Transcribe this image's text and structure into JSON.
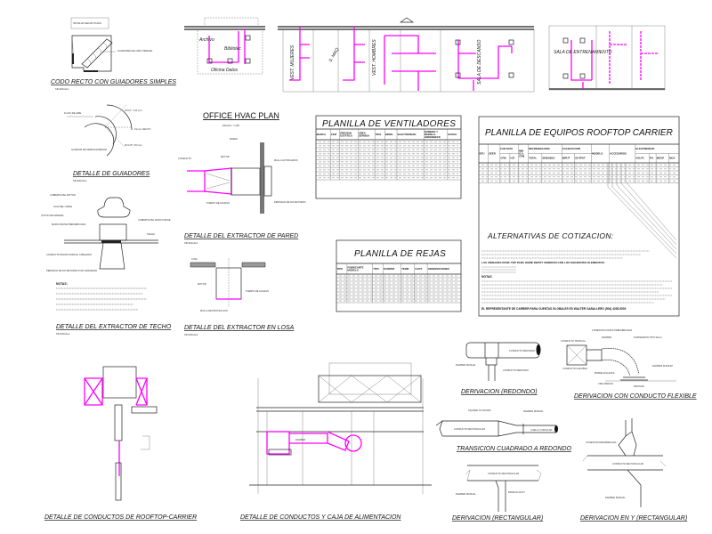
{
  "colors": {
    "duct": "#ff00ff",
    "line": "#222222",
    "background": "#ffffff"
  },
  "details": {
    "codo_recto": {
      "title": "CODO RECTO CON GUIADORES SIMPLES",
      "scale": "SIN ESCALA",
      "note": "GUIADORES DE GIRO SIMPLES",
      "box_note": "INSTALAR SEGUN PLANO"
    },
    "guiadores": {
      "title": "DETALLE DE GUIADORES",
      "scale": "SIN ESCALA",
      "label_flow": "FLUJO DE AIRE",
      "label_guide": "GUIADOR DE SIMPLE ESPESOR",
      "label_r1": "R=6.0\" / 114 mm.",
      "label_r2": "R=3.25\" / 83 mm.",
      "label_straight": "19 mm. RECTO"
    },
    "extractor_techo": {
      "title": "DETALLE DEL EXTRACTOR DE TECHO",
      "scale": "SIN ESCALA",
      "labels": [
        "CUBIERTA DEL MOTOR",
        "GUIA DEL CABLE",
        "LISTON DE MADERA",
        "MARCO-BASE PREFABRICADO",
        "CUBIERTA DEL MARCO-BASE",
        "TECHO",
        "CONDUCTO RIGIDO PARA EL CABLEADO",
        "PERSIANA DE NO-RETORNO POR GRAVEDAD"
      ],
      "notes_title": "NOTAS:"
    },
    "office_plan": {
      "title": "OFFICE HVAC PLAN",
      "scale": "ESCALA : 1:100"
    },
    "extractor_pared": {
      "title": "DETALLE DEL EXTRACTOR DE PARED",
      "scale": "SIN ESCALA",
      "labels": [
        "PARED",
        "CONDUCTO",
        "MOTOR",
        "MALLA ANTIPAJAROS",
        "PERSIANA DE NO RETORNO",
        "PUERTA DE ACCESO"
      ]
    },
    "extractor_losa": {
      "title": "DETALLE DEL EXTRACTOR EN LOSA",
      "scale": "SIN ESCALA",
      "labels": [
        "LOSA",
        "MOTOR",
        "PUERTA DE ACCESO",
        "MALLA DE PROTECCION"
      ]
    },
    "rooftop_ductos": {
      "title": "DETALLE DE CONDUCTOS DE ROOFTOP-CARRIER"
    },
    "caja_alimentacion": {
      "title": "DETALLE DE CONDUCTOS Y CAJA DE ALIMENTACION",
      "label_damper": "DAMPER"
    },
    "deriv_redondo": {
      "title": "DERIVACION (REDONDO)",
      "labels": [
        "CONDUCTO REDONDO",
        "DAMPER MANUAL",
        "CONDUCTO REDONDO"
      ]
    },
    "deriv_flexible": {
      "title": "DERIVACION CON CONDUCTO FLEXIBLE",
      "labels": [
        "CONEXION CONICA PREFABRICADA",
        "CONDUCTO TRONCAL",
        "DAMPER",
        "SUSPENSION TIPO SILLA",
        "CONDUCTO FLEXIBLE",
        "BORDE AISLANTE",
        "DAMPER PLENUM",
        "CIELORRASO",
        "DIFUSOR"
      ]
    },
    "transicion": {
      "title": "TRANSICION CUADRADO A REDONDO",
      "labels": [
        "SQUARE TO ROUND",
        "DAMPER MANUAL",
        "CONDUCTO RECTANGULAR",
        "CUELLO CIRCULAR"
      ]
    },
    "deriv_rect": {
      "title": "DERIVACION (RECTANGULAR)",
      "labels": [
        "CONDUCTO RECTANGULAR",
        "DAMPER MANUAL",
        "BRANCH DUCT"
      ]
    },
    "deriv_y": {
      "title": "DERIVACION EN Y (RECTANGULAR)",
      "labels": [
        "CONEXION PREFABRICADA",
        "CONDUCTO RECTANGULAR",
        "DAMPER MANUAL"
      ]
    }
  },
  "floor_plans": {
    "office": {
      "rooms": [
        "Archivo",
        "Bibliotec",
        "Oficina Datos"
      ]
    },
    "main": {
      "rooms": [
        "VEST. MUJERES",
        "S. MAQ",
        "VEST. HOMBRES",
        "SALA DE DESCANSO"
      ]
    },
    "right": {
      "rooms": [
        "SALA DE ENTRENAMIENTO"
      ]
    }
  },
  "tables": {
    "ventiladores": {
      "title": "PLANILLA DE VENTILADORES",
      "headers": [
        "MARCA",
        "CFM",
        "PRESION ESTATICA",
        "AREA SERVIDA",
        "TIPO",
        "DRIVE",
        "ELECTRICIDAD",
        "NUMERO Y MODELO GREENHECK",
        "NOTAS"
      ],
      "row_count": 10
    },
    "rejas": {
      "title": "PLANILLA DE REJAS",
      "headers": [
        "TIPO",
        "FABRICANTE MODELO",
        "TIPO",
        "DAMPER",
        "TERM.",
        "CANT.",
        "OBSERVACIONES"
      ],
      "row_count": 8
    },
    "rooftop": {
      "title": "PLANILLA DE EQUIPOS ROOFTOP CARRIER",
      "headers": [
        "BTU",
        "SEER",
        "FAN DATA",
        "CFM",
        "H.P.",
        "MIN O.A. CFM",
        "REFRIGERACION",
        "TOTAL",
        "SENSIBLE",
        "CALEFACCION",
        "INPUT",
        "OUTPUT",
        "MODELO",
        "ACCESORIOS",
        "ELECTRICIDAD",
        "VOLTS",
        "PH",
        "MOCP",
        "MCA"
      ],
      "row_count": 5,
      "alternatives_title": "ALTERNATIVAS DE COTIZACION:",
      "elements_title": "LAS UNIDADES ROOF-TOP PARA HOME DEPOT VENDRAN CON LOS SIGUIENTES ELEMENTOS:",
      "notes_title": "NOTAS",
      "representative": "EL REPRESENTANTE DE CARRIER PARA CUENTAS GLOBALES ES WALTER CABALLERO (504) 4228-5000"
    }
  }
}
